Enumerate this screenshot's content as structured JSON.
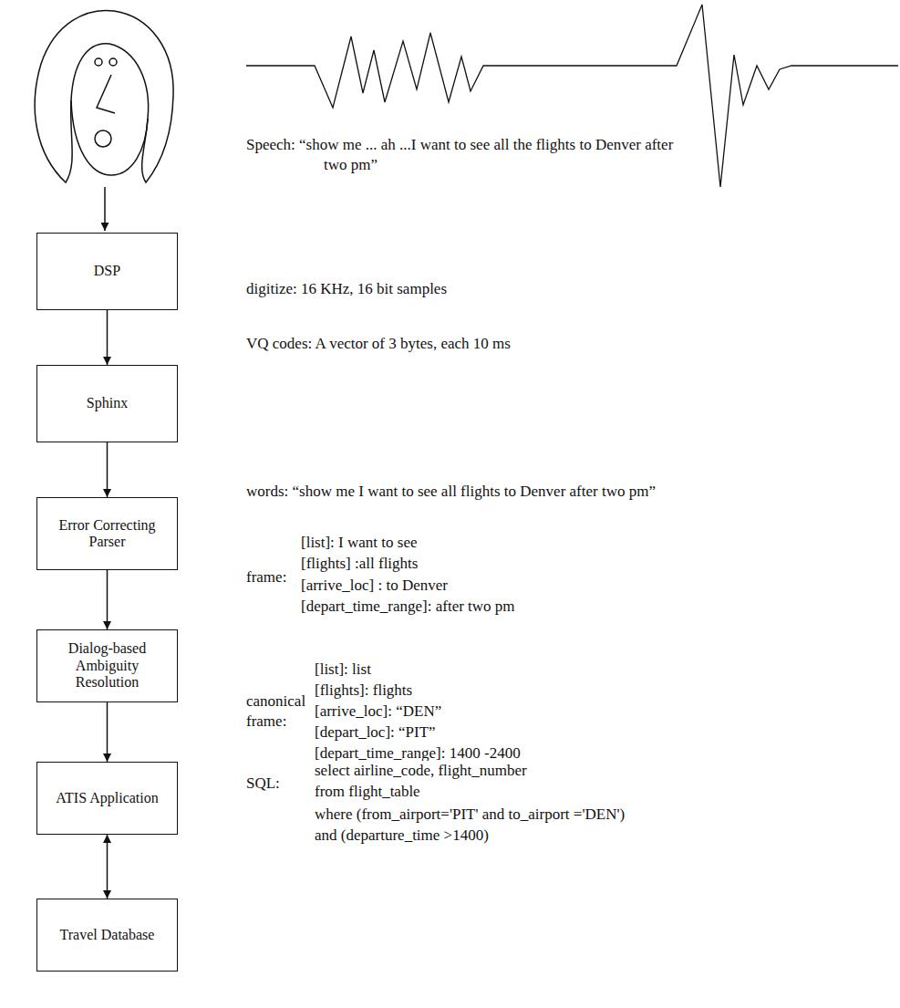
{
  "diagram": {
    "nodes": [
      {
        "text": [
          "DSP"
        ]
      },
      {
        "text": [
          "Sphinx"
        ]
      },
      {
        "text": [
          "Error Correcting Parser"
        ]
      },
      {
        "text": [
          "Dialog-based Ambiguity Resolution"
        ]
      },
      {
        "text": [
          "ATIS Application"
        ]
      },
      {
        "text": [
          "Travel Database"
        ]
      }
    ],
    "edges": [
      {
        "from": 0,
        "to": 1,
        "arrow": "to"
      },
      {
        "from": 1,
        "to": 2,
        "arrow": "to"
      },
      {
        "from": 2,
        "to": 3,
        "arrow": "to"
      },
      {
        "from": 3,
        "to": 4,
        "arrow": "to"
      },
      {
        "from": 4,
        "to": 5,
        "arrow": "both"
      }
    ],
    "labels": [
      "Speech: “show me ... ah ...I want to see all the flights to Denver after two pm”",
      "digitize: 16 KHz, 16 bit samples",
      "VQ codes: A vector of 3 bytes, each 10 ms",
      "words: “show me I want to see all flights to Denver after two pm”",
      "frame:",
      "[list]: I want to see",
      "[flights] :all flights",
      "[arrive_loc] : to Denver",
      "[depart_time_range]: after two pm",
      "canonical frame:",
      "[list]: list",
      "[flights]: flights",
      "[arrive_loc]: “DEN”",
      "[depart_loc]: “PIT”",
      "[depart_time_range]: 1400 -2400",
      "SQL:",
      "select airline_code, flight_number",
      "from flight_table",
      "where (from_airport='PIT' and to_airport ='DEN')",
      "and (departure_time >1400)"
    ]
  }
}
